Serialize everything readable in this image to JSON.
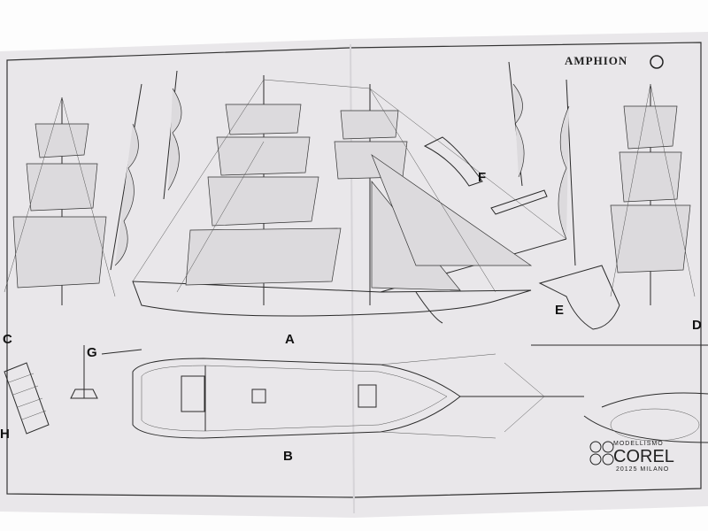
{
  "plan": {
    "title": "AMPHION",
    "views": {
      "a": "A",
      "b": "B",
      "c": "C",
      "d": "D",
      "e": "E",
      "f": "F",
      "g": "G",
      "h": "H"
    },
    "logo": {
      "line1": "MODELLISMO",
      "brand": "COREL",
      "line3": "20125 MILANO"
    }
  },
  "colors": {
    "paper": "#e9e7ea",
    "ink": "#2a2a2a",
    "background": "#fdfdfd"
  }
}
